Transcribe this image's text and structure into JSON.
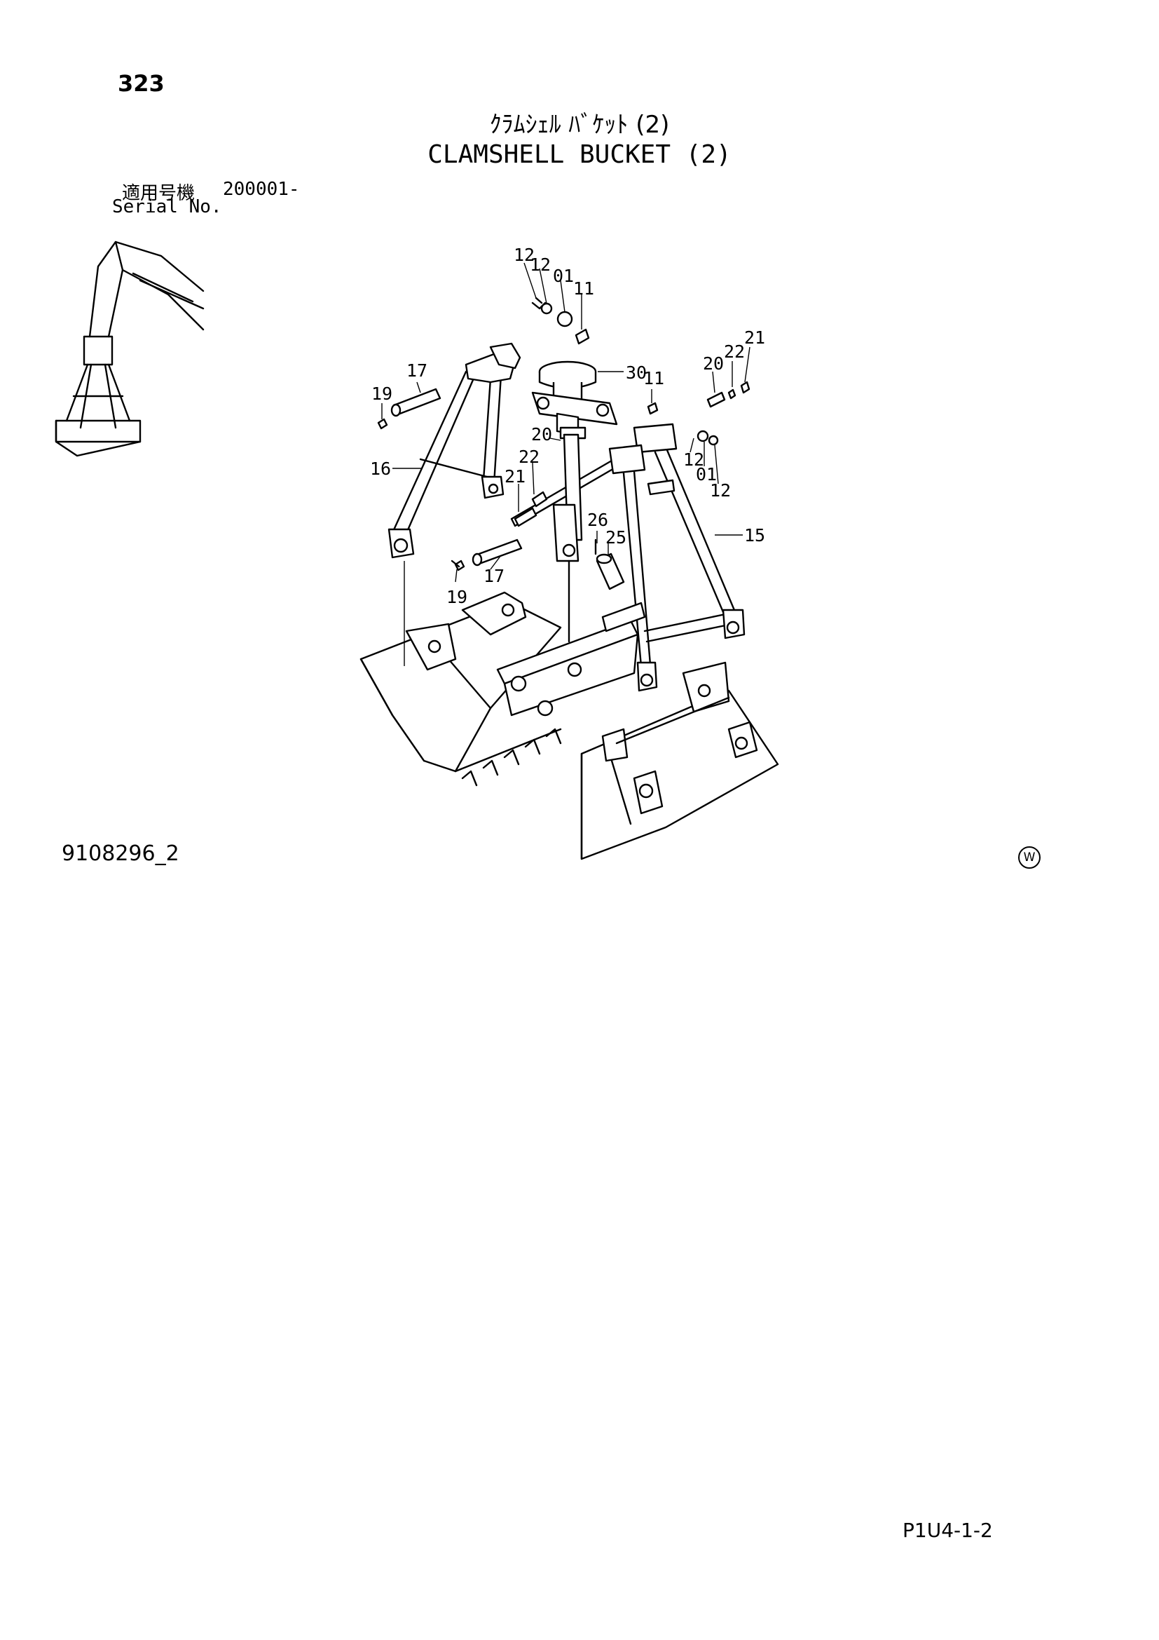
{
  "header": {
    "page_number": "323",
    "title_jp": "ｸﾗﾑｼｪﾙ ﾊﾞｹｯﾄ (2)",
    "title_en": "CLAMSHELL BUCKET (2)"
  },
  "serial": {
    "label_jp": "適用号機",
    "value": "200001-",
    "label_en": "Serial No."
  },
  "callouts": [
    {
      "id": "c-12-a",
      "text": "12"
    },
    {
      "id": "c-12-b",
      "text": "12"
    },
    {
      "id": "c-01-a",
      "text": "01"
    },
    {
      "id": "c-11-a",
      "text": "11"
    },
    {
      "id": "c-17-a",
      "text": "17"
    },
    {
      "id": "c-19-a",
      "text": "19"
    },
    {
      "id": "c-30",
      "text": "30"
    },
    {
      "id": "c-11-b",
      "text": "11"
    },
    {
      "id": "c-20-a",
      "text": "20"
    },
    {
      "id": "c-22-a",
      "text": "22"
    },
    {
      "id": "c-21-a",
      "text": "21"
    },
    {
      "id": "c-16",
      "text": "16"
    },
    {
      "id": "c-20-b",
      "text": "20"
    },
    {
      "id": "c-22-b",
      "text": "22"
    },
    {
      "id": "c-21-b",
      "text": "21"
    },
    {
      "id": "c-12-c",
      "text": "12"
    },
    {
      "id": "c-01-b",
      "text": "01"
    },
    {
      "id": "c-12-d",
      "text": "12"
    },
    {
      "id": "c-26",
      "text": "26"
    },
    {
      "id": "c-25",
      "text": "25"
    },
    {
      "id": "c-15",
      "text": "15"
    },
    {
      "id": "c-17-b",
      "text": "17"
    },
    {
      "id": "c-19-b",
      "text": "19"
    }
  ],
  "footer": {
    "drawing_code": "9108296_2",
    "mark": "W",
    "page_ref": "P1U4-1-2"
  }
}
